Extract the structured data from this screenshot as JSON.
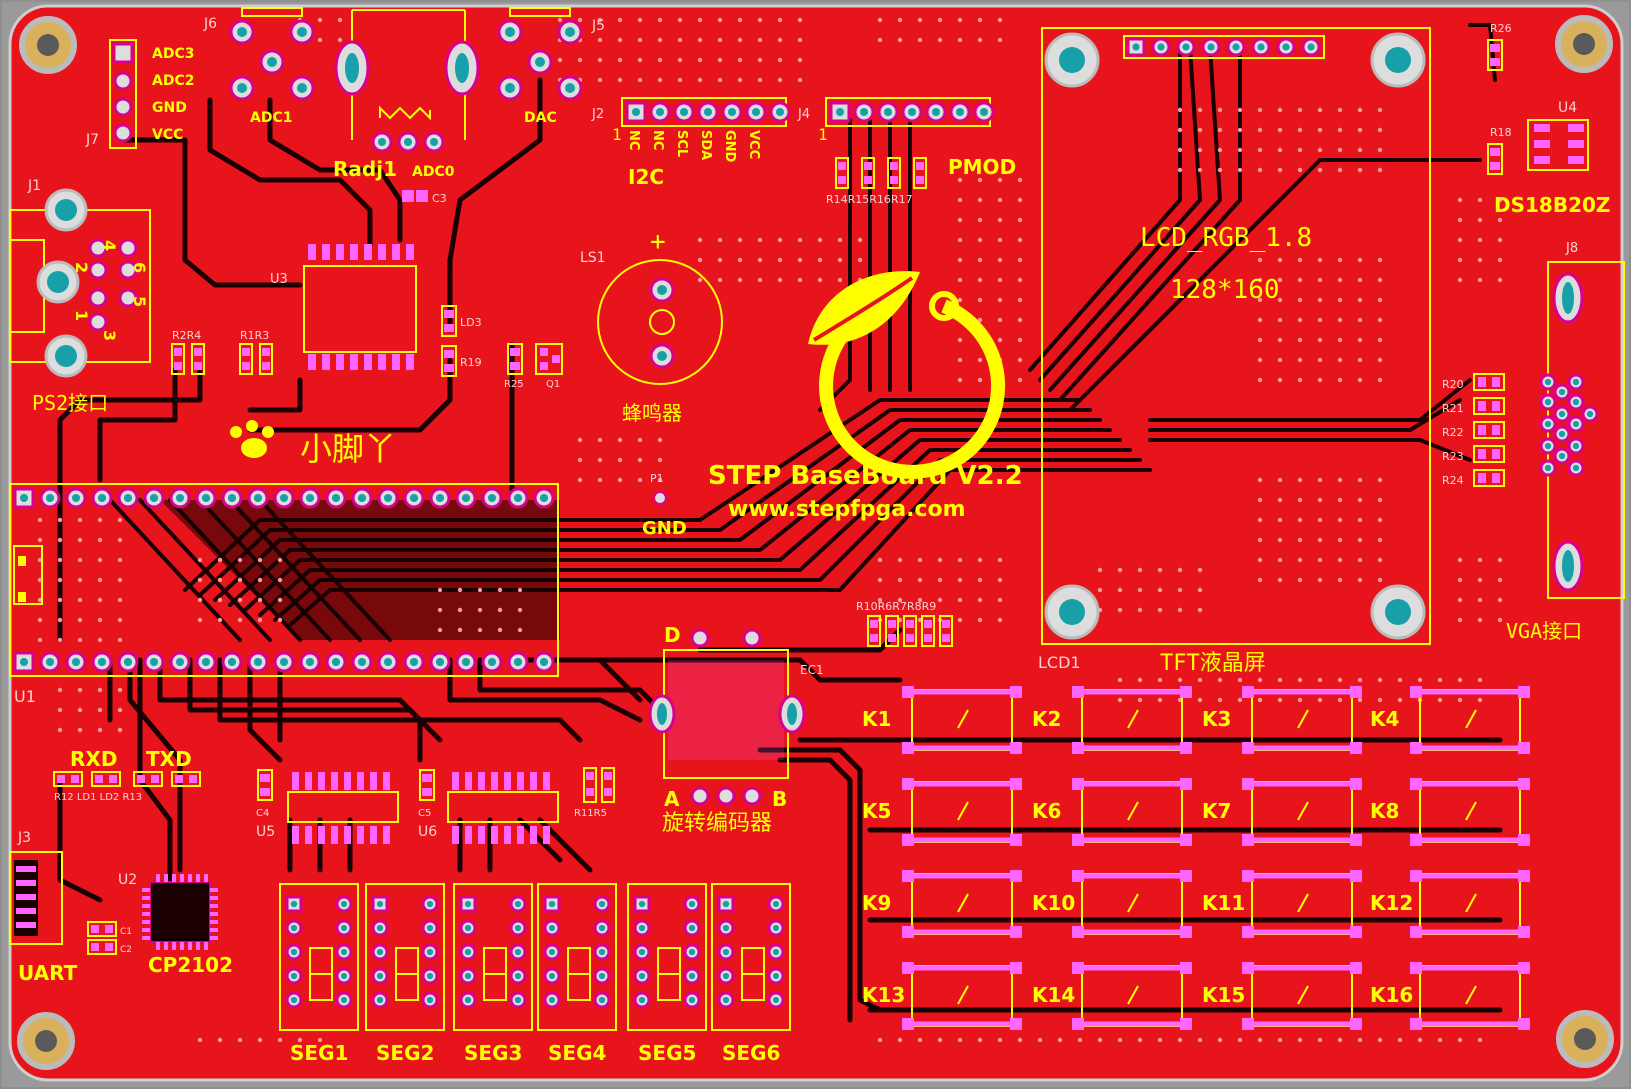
{
  "board": {
    "title": "STEP BaseBoard V2.2",
    "url": "www.stepfpga.com",
    "mascot_cn": "小脚丫",
    "colors": {
      "copper": "#e8141b",
      "silkscreen": "#ffff00",
      "trace": "#1a0000",
      "pad": "#dddddd",
      "pad_ring": "#d80090",
      "hole": "#18a0a8",
      "outline": "#cfcfcf"
    }
  },
  "labels": {
    "j7": "J7",
    "j6": "J6",
    "j5": "J5",
    "j1": "J1",
    "j2": "J2",
    "j3": "J3",
    "j4": "J4",
    "j8": "J8",
    "u1": "U1",
    "u2": "U2",
    "u3": "U3",
    "u4": "U4",
    "u5": "U5",
    "u6": "U6",
    "lcd1": "LCD1",
    "ls1": "LS1",
    "p1": "P1",
    "ec1": "EC1",
    "radj1": "Radj1",
    "adc0": "ADC0",
    "adc1": "ADC1",
    "adc2": "ADC2",
    "adc3": "ADC3",
    "gnd": "GND",
    "vcc": "VCC",
    "dac": "DAC",
    "ps2": "PS2接口",
    "i2c": "I2C",
    "pmod": "PMOD",
    "lcd_rgb": "LCD_RGB_1.8",
    "resolution": "128*160",
    "ds18b20": "DS18B20Z",
    "vga": "VGA接口",
    "buzzer": "蜂鸣器",
    "tft": "TFT液晶屏",
    "encoder": "旋转编码器",
    "rxd": "RXD",
    "txd": "TXD",
    "uart": "UART",
    "cp2102": "CP2102",
    "gnd_point": "GND",
    "plus": "+",
    "enc_d": "D",
    "enc_a": "A",
    "enc_b": "B",
    "pin1_a": "1",
    "pin1_b": "1",
    "ps2_pins": [
      "4",
      "2",
      "6",
      "1",
      "5",
      "3"
    ]
  },
  "i2c_pins": [
    "NC",
    "NC",
    "SCL",
    "SDA",
    "GND",
    "VCC"
  ],
  "keys": [
    "K1",
    "K2",
    "K3",
    "K4",
    "K5",
    "K6",
    "K7",
    "K8",
    "K9",
    "K10",
    "K11",
    "K12",
    "K13",
    "K14",
    "K15",
    "K16"
  ],
  "segments": [
    "SEG1",
    "SEG2",
    "SEG3",
    "SEG4",
    "SEG5",
    "SEG6"
  ],
  "small_refs": {
    "r26": "R26",
    "r18": "R18",
    "c3": "C3",
    "ld3": "LD3",
    "r19": "R19",
    "r25": "R25",
    "q1": "Q1",
    "pmod_res": "R14R15R16R17",
    "enc_res": "R10R6R7R8R9",
    "r11r5": "R11R5",
    "ps2_res": "R2R4",
    "ps2_res2": "R1R3",
    "rx_refs": "R12 LD1 LD2 R13",
    "c4": "C4",
    "c5": "C5",
    "c1": "C1",
    "c2": "C2",
    "vga_r": [
      "R20",
      "R21",
      "R22",
      "R23",
      "R24"
    ]
  }
}
